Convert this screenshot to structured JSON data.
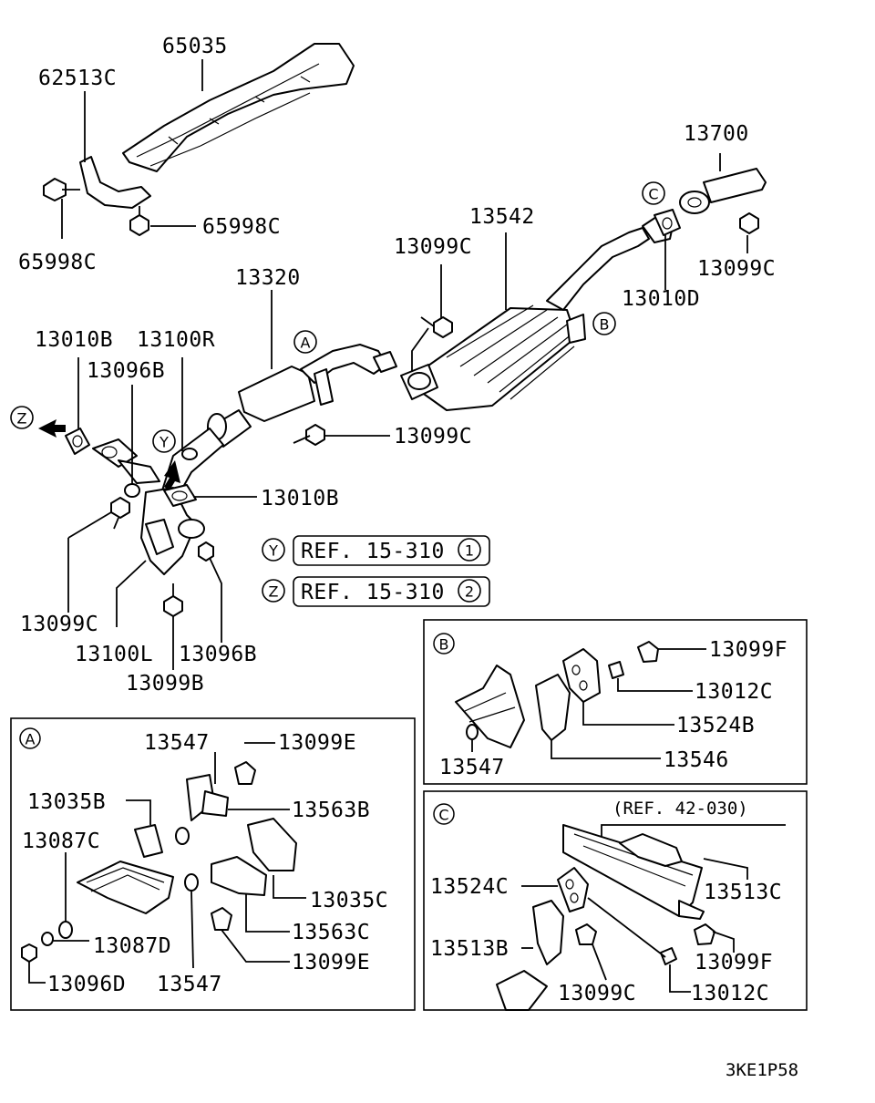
{
  "main": {
    "parts": {
      "p65035": "65035",
      "p62513c": "62513C",
      "p65998c_a": "65998C",
      "p65998c_b": "65998C",
      "p13700": "13700",
      "p13542": "13542",
      "p13099c_top": "13099C",
      "p13099c_right": "13099C",
      "p13010d": "13010D",
      "p13320": "13320",
      "p13010b_a": "13010B",
      "p13100r": "13100R",
      "p13096b_a": "13096B",
      "p13099c_mid": "13099C",
      "p13010b_b": "13010B",
      "p13099c_left": "13099C",
      "p13100l": "13100L",
      "p13096b_b": "13096B",
      "p13099b": "13099B"
    },
    "callouts": {
      "a": "A",
      "b": "B",
      "c": "C",
      "y": "Y",
      "z": "Z"
    },
    "refs": [
      {
        "letter": "Y",
        "text": "REF. 15-310",
        "num": "1"
      },
      {
        "letter": "Z",
        "text": "REF. 15-310",
        "num": "2"
      }
    ]
  },
  "detail_a": {
    "letter": "A",
    "parts": {
      "p13547_a": "13547",
      "p13099e_a": "13099E",
      "p13035b": "13035B",
      "p13563b": "13563B",
      "p13087c": "13087C",
      "p13035c": "13035C",
      "p13563c": "13563C",
      "p13087d": "13087D",
      "p13099e_b": "13099E",
      "p13096d": "13096D",
      "p13547_b": "13547"
    }
  },
  "detail_b": {
    "letter": "B",
    "parts": {
      "p13099f": "13099F",
      "p13012c": "13012C",
      "p13524b": "13524B",
      "p13547": "13547",
      "p13546": "13546"
    }
  },
  "detail_c": {
    "letter": "C",
    "ref": "(REF. 42-030)",
    "parts": {
      "p13524c": "13524C",
      "p13513c": "13513C",
      "p13513b": "13513B",
      "p13099f": "13099F",
      "p13099c": "13099C",
      "p13012c": "13012C"
    }
  },
  "footer": {
    "code": "3KE1P58"
  }
}
